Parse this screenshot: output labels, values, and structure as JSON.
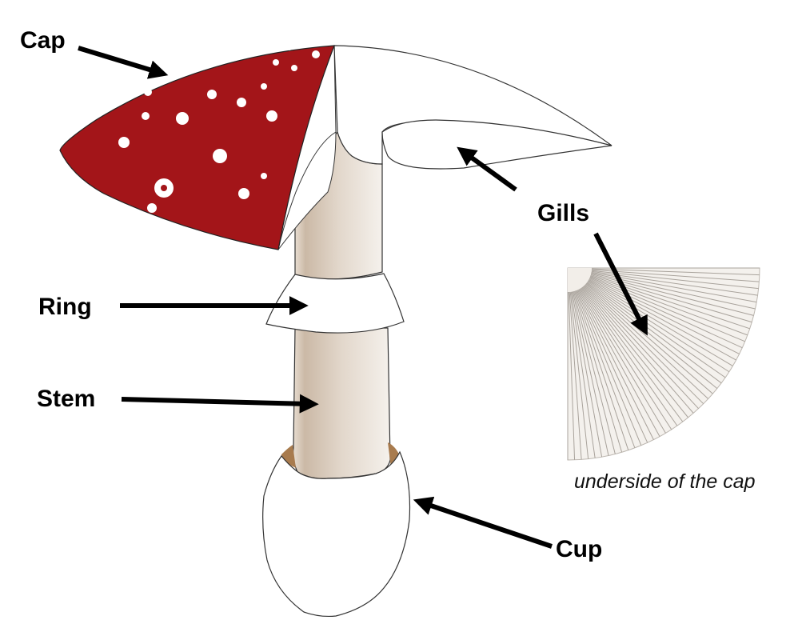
{
  "diagram": {
    "labels": {
      "cap": "Cap",
      "gills": "Gills",
      "ring": "Ring",
      "stem": "Stem",
      "cup": "Cup"
    },
    "inset_caption": "underside of the cap",
    "colors": {
      "cap_red": "#a31519",
      "stem_dark": "#cbb9a6",
      "stem_light": "#f3eee8",
      "stem_base": "#a87b4e",
      "gill_fill": "#f4f1ed",
      "gill_line": "#a9a39c",
      "outline": "#333333",
      "arrow": "#000000"
    },
    "gill_count": 44
  }
}
